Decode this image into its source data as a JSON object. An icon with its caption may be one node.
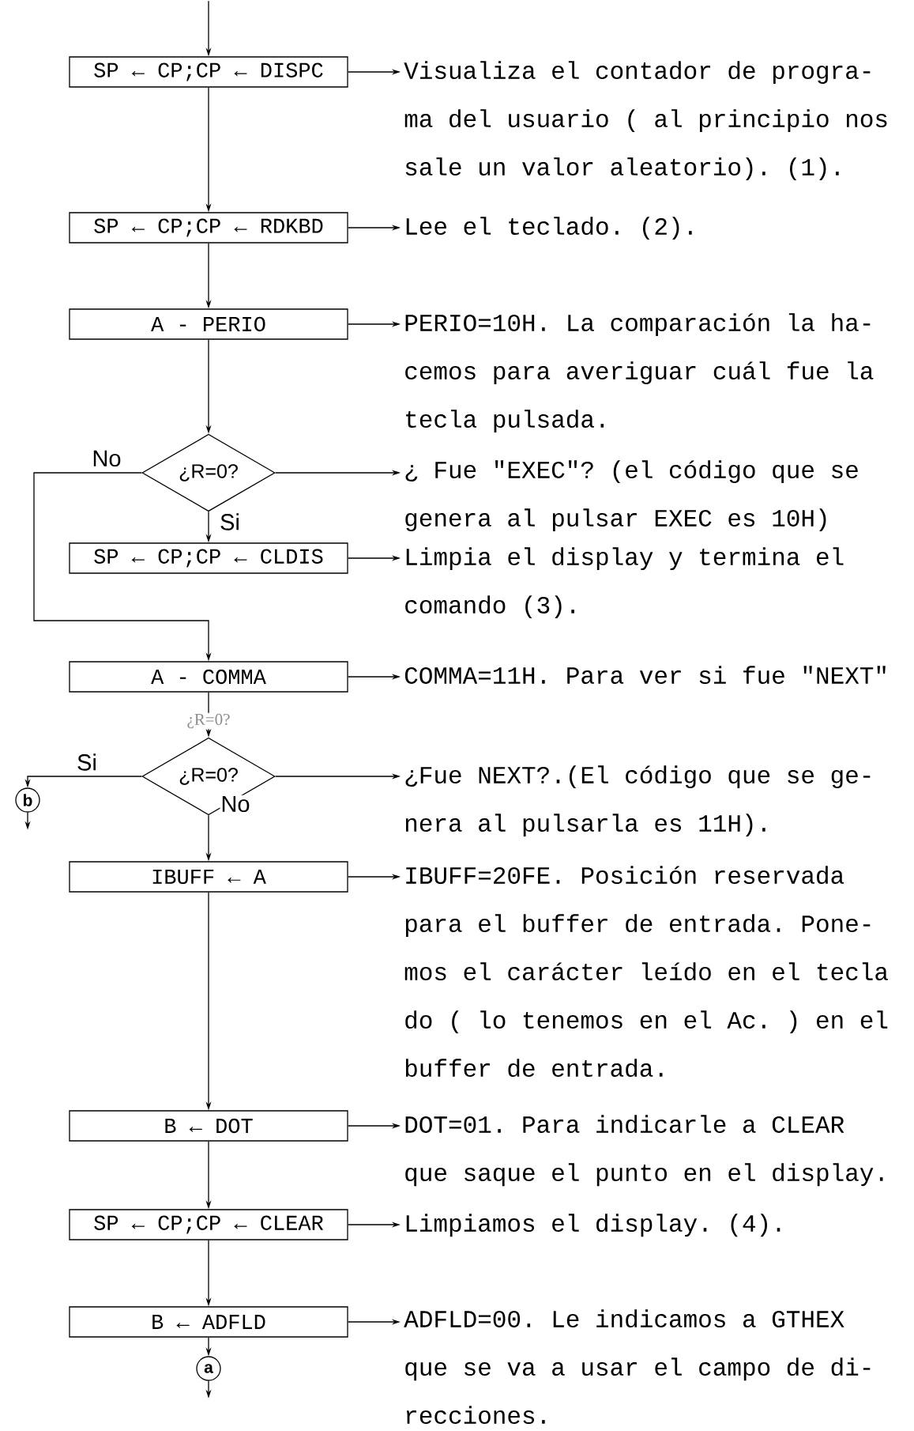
{
  "diagram": {
    "nodes": [
      {
        "text": [
          "SP ← CP;CP ← DISPC"
        ]
      },
      {
        "text": [
          "Visualiza el contador de progra- ma del usuario ( al principio nos sale un valor aleatorio). (1)."
        ]
      },
      {
        "text": [
          "SP ← CP;CP ← RDKBD"
        ]
      },
      {
        "text": [
          "Lee el teclado. (2)."
        ]
      },
      {
        "text": [
          "A - PERIO"
        ]
      },
      {
        "text": [
          "PERIO=10H. La comparación la ha- cemos para averiguar cuál fue la tecla pulsada."
        ]
      },
      {
        "text": [
          "¿R=0?"
        ]
      },
      {
        "text": [
          "¿ Fue \"EXEC\"? (el código que se genera al pulsar EXEC es 10H)"
        ]
      },
      {
        "text": [
          "SP ← CP;CP ← CLDIS"
        ]
      },
      {
        "text": [
          "Limpia el display y termina el comando (3)."
        ]
      },
      {
        "text": [
          "A - COMMA"
        ]
      },
      {
        "text": [
          "COMMA=11H. Para ver si fue \"NEXT\""
        ]
      },
      {
        "text": [
          "¿R=0?"
        ]
      },
      {
        "text": [
          "¿Fue NEXT?.(El código que se ge- nera al pulsarla es 11H)."
        ]
      },
      {
        "text": [
          "b"
        ]
      },
      {
        "text": [
          "IBUFF ← A"
        ]
      },
      {
        "text": [
          "IBUFF=20FE. Posición reservada para el buffer de entrada. Pone- mos el carácter leído en el tecla do ( lo tenemos en el Ac. ) en el buffer de entrada."
        ]
      },
      {
        "text": [
          "B ← DOT"
        ]
      },
      {
        "text": [
          "DOT=01. Para indicarle a CLEAR que saque el punto en el display."
        ]
      },
      {
        "text": [
          "SP ← CP;CP ← CLEAR"
        ]
      },
      {
        "text": [
          "Limpiamos el display. (4)."
        ]
      },
      {
        "text": [
          "B ← ADFLD"
        ]
      },
      {
        "text": [
          "ADFLD=00. Le indicamos a GTHEX que se va a usar el campo de di- recciones."
        ]
      },
      {
        "text": [
          "a"
        ]
      }
    ],
    "edges": [
      {
        "from": null,
        "to": 0,
        "arrow": "to"
      },
      {
        "from": 0,
        "to": 1,
        "arrow": "to"
      },
      {
        "from": 0,
        "to": 2,
        "arrow": "to"
      },
      {
        "from": 2,
        "to": 3,
        "arrow": "to"
      },
      {
        "from": 2,
        "to": 4,
        "arrow": "to"
      },
      {
        "from": 4,
        "to": 5,
        "arrow": "to"
      },
      {
        "from": 4,
        "to": 6,
        "arrow": "to"
      },
      {
        "from": 6,
        "to": 7,
        "arrow": "to"
      },
      {
        "from": 6,
        "to": 8,
        "arrow": "to",
        "label": "Si"
      },
      {
        "from": 6,
        "to": 10,
        "arrow": "to",
        "label": "No"
      },
      {
        "from": 8,
        "to": 9,
        "arrow": "to"
      },
      {
        "from": 10,
        "to": 11,
        "arrow": "to"
      },
      {
        "from": 10,
        "to": 12,
        "arrow": "to"
      },
      {
        "from": 12,
        "to": 13,
        "arrow": "to"
      },
      {
        "from": 12,
        "to": 14,
        "arrow": "to",
        "label": "Si"
      },
      {
        "from": 12,
        "to": 15,
        "arrow": "to",
        "label": "No"
      },
      {
        "from": 14,
        "to": null,
        "arrow": "to"
      },
      {
        "from": 15,
        "to": 16,
        "arrow": "to"
      },
      {
        "from": 15,
        "to": 17,
        "arrow": "to"
      },
      {
        "from": 17,
        "to": 18,
        "arrow": "to"
      },
      {
        "from": 17,
        "to": 19,
        "arrow": "to"
      },
      {
        "from": 19,
        "to": 20,
        "arrow": "to"
      },
      {
        "from": 19,
        "to": 21,
        "arrow": "to"
      },
      {
        "from": 21,
        "to": 22,
        "arrow": "to"
      },
      {
        "from": 21,
        "to": 23,
        "arrow": "to"
      },
      {
        "from": 23,
        "to": null,
        "arrow": "to"
      }
    ],
    "labels": [
      "¿R=0?"
    ]
  }
}
